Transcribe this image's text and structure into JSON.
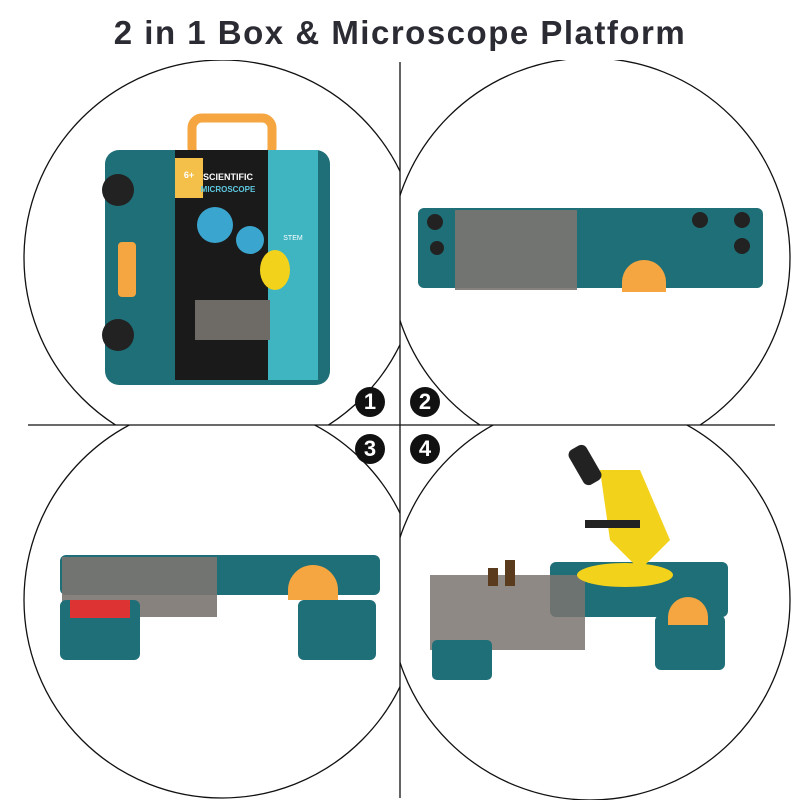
{
  "title": "2 in 1 Box & Microscope Platform",
  "steps": [
    "1",
    "2",
    "3",
    "4"
  ],
  "box_label": {
    "line1": "SCIENTIFIC",
    "line2": "MICROSCOPE",
    "age": "6+",
    "stem": "STEM"
  },
  "colors": {
    "teal": "#1f6f78",
    "orange": "#f5a640",
    "yellow": "#f2d21b",
    "smoke": "#7a7470",
    "outline": "#111111"
  }
}
